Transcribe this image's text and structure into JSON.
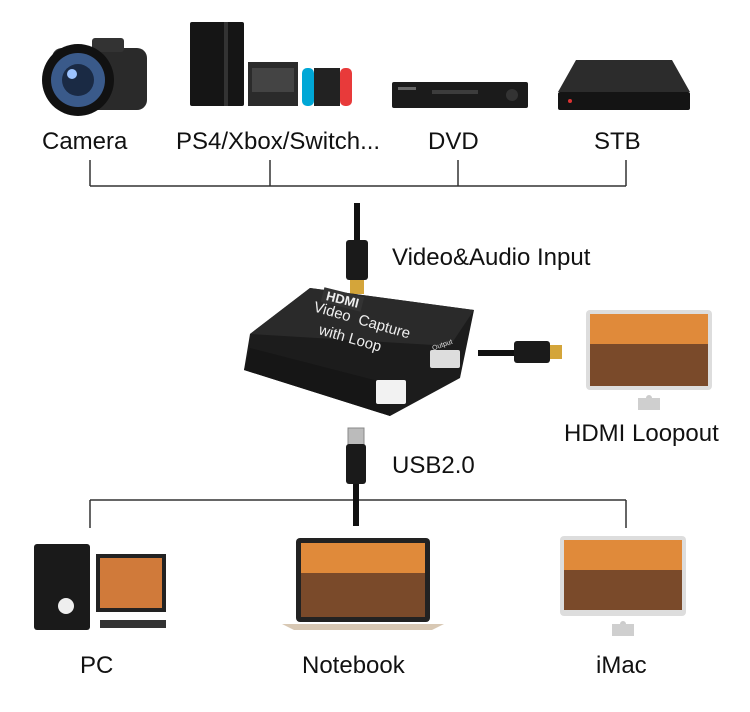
{
  "sources": {
    "camera": "Camera",
    "consoles": "PS4/Xbox/Switch...",
    "dvd": "DVD",
    "stb": "STB"
  },
  "input_label": "Video&Audio Input",
  "device": {
    "hdmi_logo": "HDMI",
    "line1": "Video  Capture",
    "line2": "with Loop",
    "output_port": "Output"
  },
  "loopout_label": "HDMI Loopout",
  "usb_label": "USB2.0",
  "targets": {
    "pc": "PC",
    "notebook": "Notebook",
    "imac": "iMac"
  }
}
